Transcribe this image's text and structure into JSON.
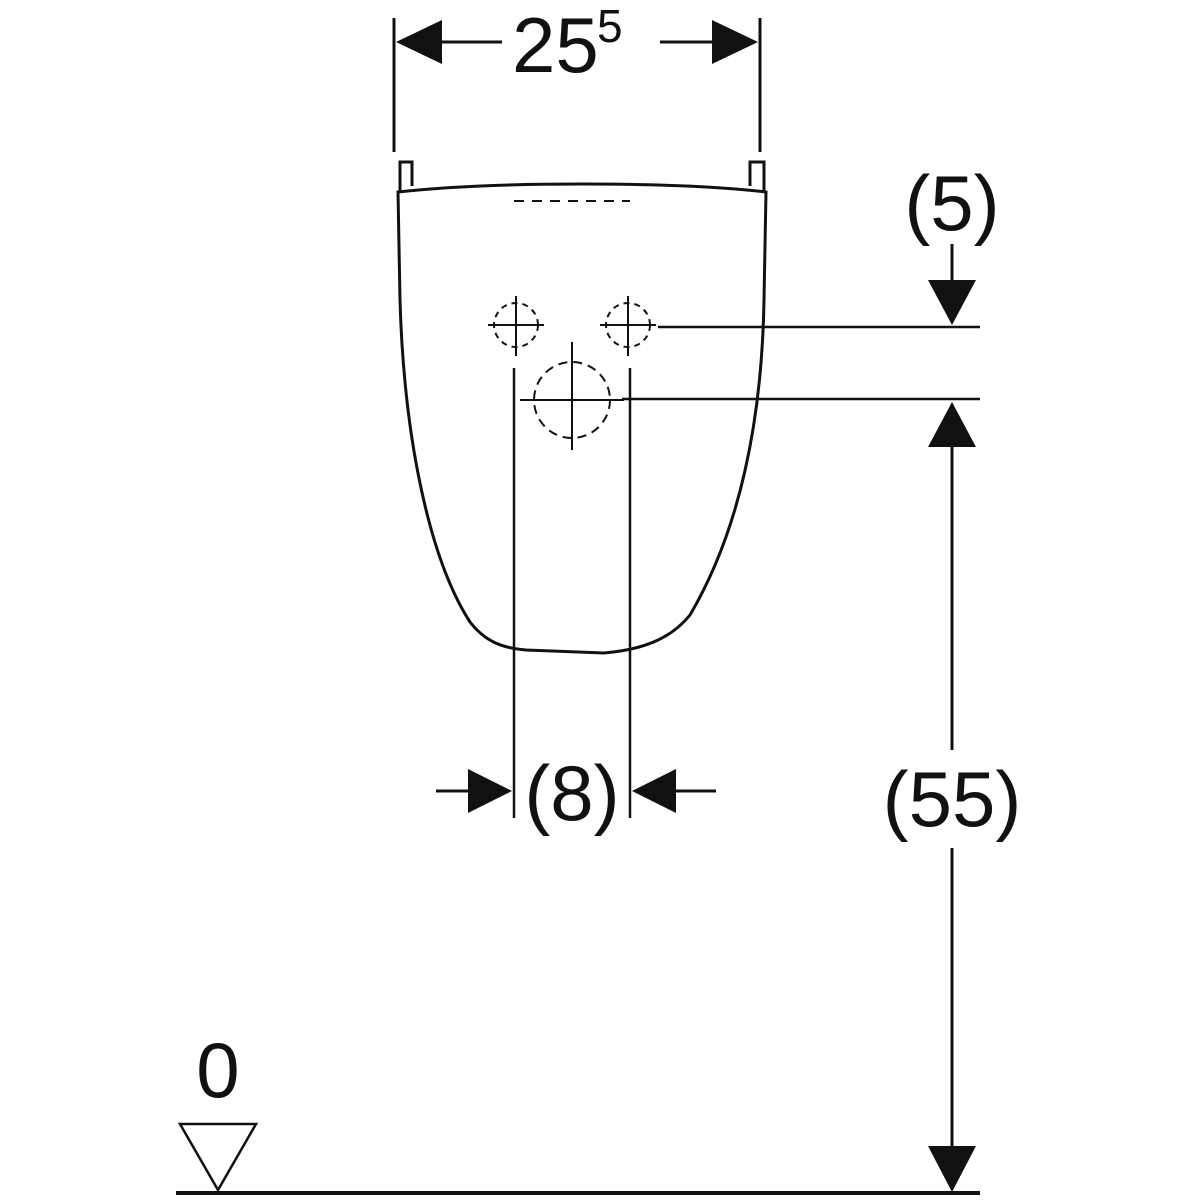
{
  "diagram": {
    "width_dimension": {
      "value": "25",
      "superscript": "5"
    },
    "top_offset_dimension": "(5)",
    "inlet_spacing_dimension": "(8)",
    "height_dimension": "(55)",
    "floor_level_label": "0"
  },
  "colors": {
    "ink": "#111111",
    "background": "#ffffff"
  }
}
